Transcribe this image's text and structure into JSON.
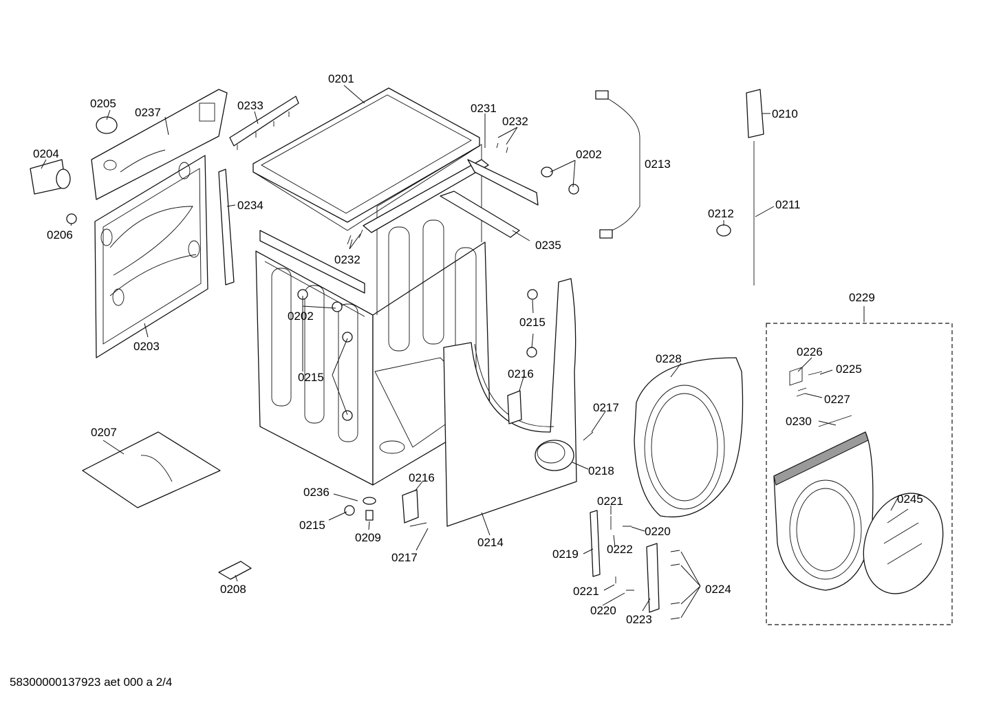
{
  "footer": {
    "document_id": "58300000137923 aet 000 a 2/4"
  },
  "part_labels": [
    {
      "text": "0201"
    },
    {
      "text": "0205"
    },
    {
      "text": "0237"
    },
    {
      "text": "0233"
    },
    {
      "text": "0231"
    },
    {
      "text": "0232"
    },
    {
      "text": "0202"
    },
    {
      "text": "0213"
    },
    {
      "text": "0210"
    },
    {
      "text": "0204"
    },
    {
      "text": "0234"
    },
    {
      "text": "0206"
    },
    {
      "text": "0232"
    },
    {
      "text": "0235"
    },
    {
      "text": "0212"
    },
    {
      "text": "0211"
    },
    {
      "text": "0202"
    },
    {
      "text": "0215"
    },
    {
      "text": "0229"
    },
    {
      "text": "0203"
    },
    {
      "text": "0228"
    },
    {
      "text": "0226"
    },
    {
      "text": "0225"
    },
    {
      "text": "0215"
    },
    {
      "text": "0216"
    },
    {
      "text": "0227"
    },
    {
      "text": "0217"
    },
    {
      "text": "0230"
    },
    {
      "text": "0207"
    },
    {
      "text": "0218"
    },
    {
      "text": "0216"
    },
    {
      "text": "0236"
    },
    {
      "text": "0221"
    },
    {
      "text": "0245"
    },
    {
      "text": "0215"
    },
    {
      "text": "0209"
    },
    {
      "text": "0220"
    },
    {
      "text": "0214"
    },
    {
      "text": "0222"
    },
    {
      "text": "0217"
    },
    {
      "text": "0219"
    },
    {
      "text": "0224"
    },
    {
      "text": "0208"
    },
    {
      "text": "0221"
    },
    {
      "text": "0220"
    },
    {
      "text": "0223"
    }
  ]
}
